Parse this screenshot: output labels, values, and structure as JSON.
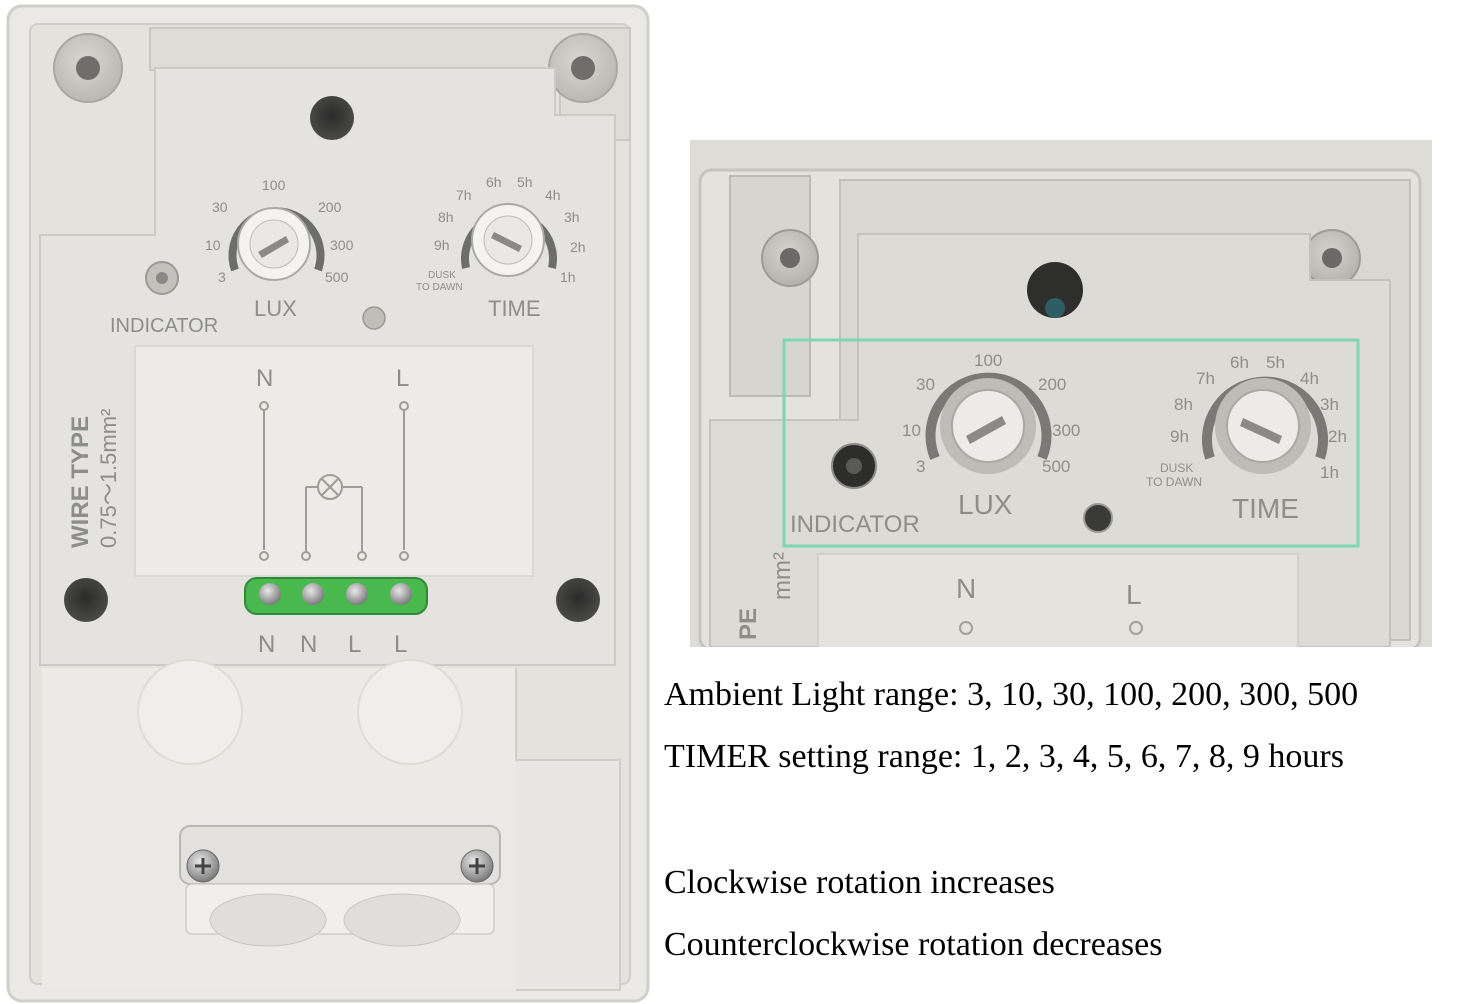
{
  "panel_labels": {
    "lux": "LUX",
    "time": "TIME",
    "indicator": "INDICATOR",
    "dusk_to_dawn_line1": "DUSK",
    "dusk_to_dawn_line2": "TO DAWN",
    "wire_type_line1": "WIRE TYPE",
    "wire_type_line2": "0.75～1.5mm²",
    "wire_type_partial_1": "PE",
    "wire_type_partial_2": "mm²",
    "neutral": "N",
    "live": "L",
    "terminals": [
      "N",
      "N",
      "L",
      "L"
    ]
  },
  "lux_scale": [
    "3",
    "10",
    "30",
    "100",
    "200",
    "300",
    "500"
  ],
  "time_scale": [
    "1h",
    "2h",
    "3h",
    "4h",
    "5h",
    "6h",
    "7h",
    "8h",
    "9h"
  ],
  "colors": {
    "housing": "#eae9e5",
    "panel": "#e4e3df",
    "highlight_box": "#7fd6b4",
    "terminal_block": "#49b84e",
    "dial_text": "#8d8d8a"
  },
  "captions": {
    "ambient": "Ambient Light range: 3, 10, 30, 100, 200, 300, 500",
    "timer": "TIMER setting range: 1, 2, 3, 4, 5, 6, 7, 8, 9 hours",
    "clockwise": "Clockwise rotation increases",
    "counterclockwise": "Counterclockwise rotation decreases"
  }
}
